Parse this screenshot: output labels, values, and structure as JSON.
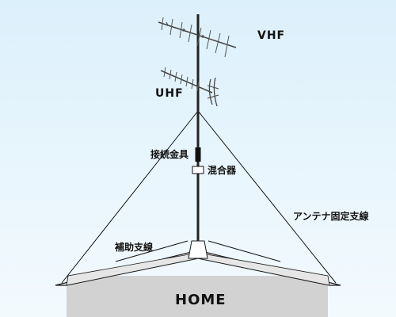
{
  "labels": {
    "vhf": "VHF",
    "uhf": "UHF",
    "connector": "接続金具",
    "mixer": "混合器",
    "stay_wire": "アンテナ固定支線",
    "aux_wire": "補助支線",
    "house": "HOME"
  },
  "colors": {
    "sky_top": "#dcf0fb",
    "sky_bottom": "#f3fafe",
    "roof_fill": "#ffffff",
    "roof_edge": "#1a1a1a",
    "house_wall": "#d2d2d2",
    "mast": "#222222",
    "wire": "#111111"
  }
}
